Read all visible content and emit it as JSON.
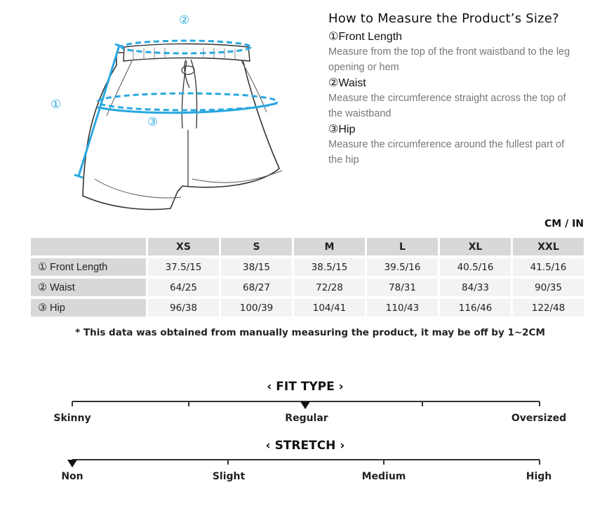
{
  "illustration": {
    "labels": {
      "front_length": "①",
      "waist": "②",
      "hip": "③"
    },
    "accent_color": "#29a8e0"
  },
  "instructions": {
    "title": "How to Measure the Product’s Size?",
    "steps": [
      {
        "title": "①Front Length",
        "desc": "Measure from the top of the front waistband to the leg opening or hem"
      },
      {
        "title": "②Waist",
        "desc": "Measure the circumference straight across the top of the waistband"
      },
      {
        "title": "③Hip",
        "desc": "Measure the circumference around the fullest part of the hip"
      }
    ]
  },
  "unit": "CM / IN",
  "size_table": {
    "sizes": [
      "XS",
      "S",
      "M",
      "L",
      "XL",
      "XXL"
    ],
    "rows": [
      {
        "label": "① Front Length",
        "values": [
          "37.5/15",
          "38/15",
          "38.5/15",
          "39.5/16",
          "40.5/16",
          "41.5/16"
        ]
      },
      {
        "label": "② Waist",
        "values": [
          "64/25",
          "68/27",
          "72/28",
          "78/31",
          "84/33",
          "90/35"
        ]
      },
      {
        "label": "③ Hip",
        "values": [
          "96/38",
          "100/39",
          "104/41",
          "110/43",
          "116/46",
          "122/48"
        ]
      }
    ]
  },
  "note": "* This data was obtained from manually measuring the product, it may be off by 1~2CM",
  "fit_type": {
    "title": "‹ FIT TYPE ›",
    "labels": [
      "Skinny",
      "Regular",
      "Oversized"
    ],
    "selected": "Regular"
  },
  "stretch": {
    "title": "‹ STRETCH ›",
    "labels": [
      "Non",
      "Slight",
      "Medium",
      "High"
    ],
    "selected": "Non"
  }
}
